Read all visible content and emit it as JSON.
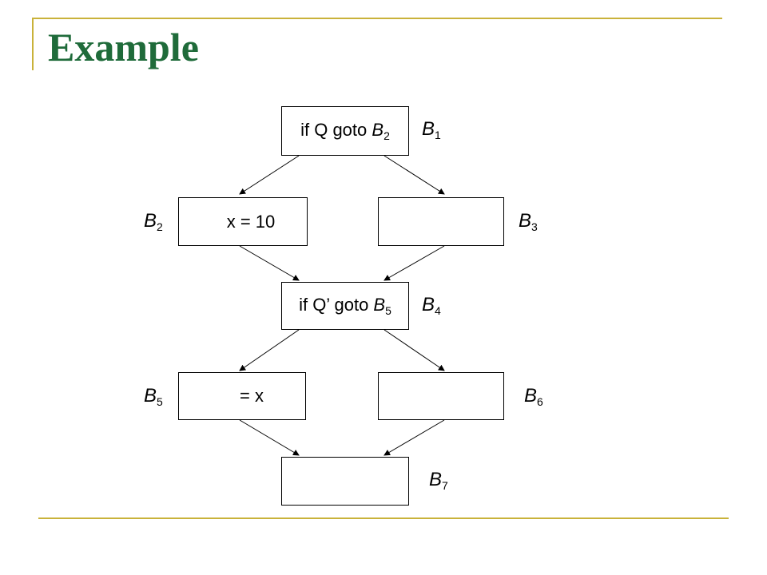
{
  "title": "Example",
  "blocks": [
    {
      "id": "B1",
      "label_main": "B",
      "label_sub": "1",
      "code_pre": "if Q goto ",
      "code_var": "B",
      "code_sub": "2"
    },
    {
      "id": "B2",
      "label_main": "B",
      "label_sub": "2",
      "code_pre": "x = 10",
      "code_var": "",
      "code_sub": ""
    },
    {
      "id": "B3",
      "label_main": "B",
      "label_sub": "3",
      "code_pre": "",
      "code_var": "",
      "code_sub": ""
    },
    {
      "id": "B4",
      "label_main": "B",
      "label_sub": "4",
      "code_pre": "if Q’ goto ",
      "code_var": "B",
      "code_sub": "5"
    },
    {
      "id": "B5",
      "label_main": "B",
      "label_sub": "5",
      "code_pre": "= x",
      "code_var": "",
      "code_sub": ""
    },
    {
      "id": "B6",
      "label_main": "B",
      "label_sub": "6",
      "code_pre": "",
      "code_var": "",
      "code_sub": ""
    },
    {
      "id": "B7",
      "label_main": "B",
      "label_sub": "7",
      "code_pre": "",
      "code_var": "",
      "code_sub": ""
    }
  ],
  "edges": [
    {
      "from": "B1",
      "to": "B2"
    },
    {
      "from": "B1",
      "to": "B3"
    },
    {
      "from": "B2",
      "to": "B4"
    },
    {
      "from": "B3",
      "to": "B4"
    },
    {
      "from": "B4",
      "to": "B5"
    },
    {
      "from": "B4",
      "to": "B6"
    },
    {
      "from": "B5",
      "to": "B7"
    },
    {
      "from": "B6",
      "to": "B7"
    }
  ],
  "colors": {
    "title": "#1f6b3a",
    "rule": "#c9b23a",
    "stroke": "#000000"
  }
}
